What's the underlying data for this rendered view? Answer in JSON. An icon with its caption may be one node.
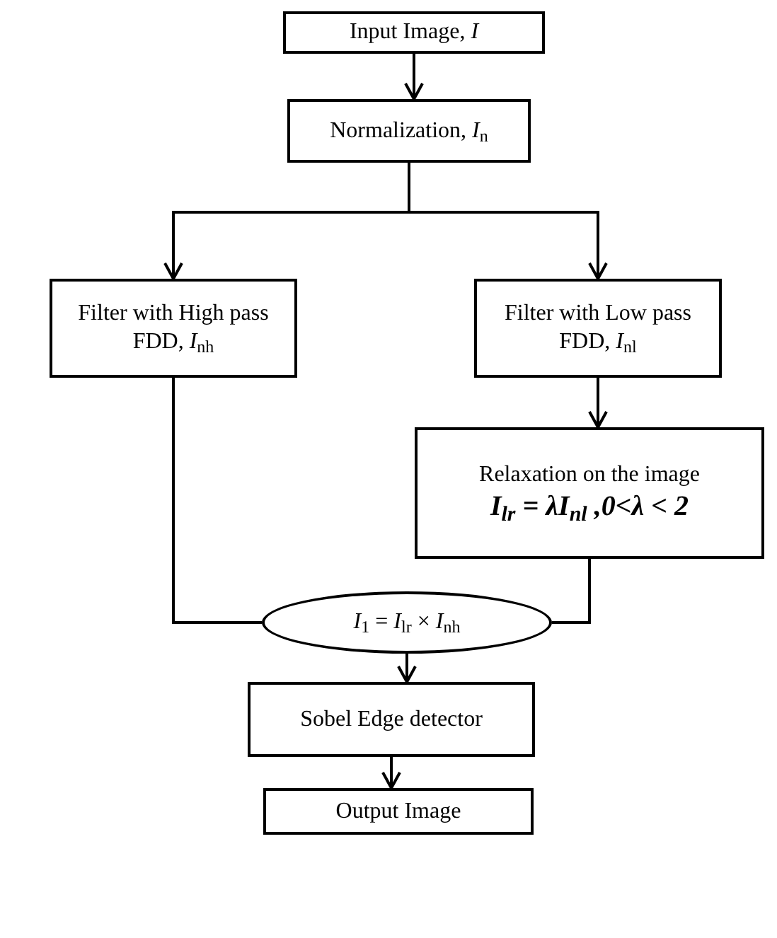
{
  "diagram": {
    "nodes": [
      {
        "text": [
          "Input Image, *I*"
        ]
      },
      {
        "text": [
          "Normalization, *I*$_{n}$"
        ]
      },
      {
        "text": [
          "Filter with High pass FDD, *I*$_{nh}$"
        ]
      },
      {
        "text": [
          "Filter with Low pass FDD, *I*$_{nl}$"
        ]
      },
      {
        "text": [
          "Relaxation on the image",
          "I$_{lr}$ = λI$_{nl}$ ,0<λ < 2"
        ]
      },
      {
        "text": [
          "*I*$_{1}$ = *I*$_{lr}$ × *I*$_{nh}$"
        ]
      },
      {
        "text": [
          "Sobel Edge detector"
        ]
      },
      {
        "text": [
          "Output Image"
        ]
      }
    ],
    "edges": [
      {
        "from": 0,
        "to": 1,
        "arrow": "to"
      },
      {
        "from": 1,
        "to": 2,
        "arrow": "to"
      },
      {
        "from": 1,
        "to": 3,
        "arrow": "to"
      },
      {
        "from": 3,
        "to": 4,
        "arrow": "to"
      },
      {
        "from": 2,
        "to": 5,
        "arrow": "none"
      },
      {
        "from": 4,
        "to": 5,
        "arrow": "none"
      },
      {
        "from": 5,
        "to": 6,
        "arrow": "to"
      },
      {
        "from": 6,
        "to": 7,
        "arrow": "to"
      }
    ]
  }
}
